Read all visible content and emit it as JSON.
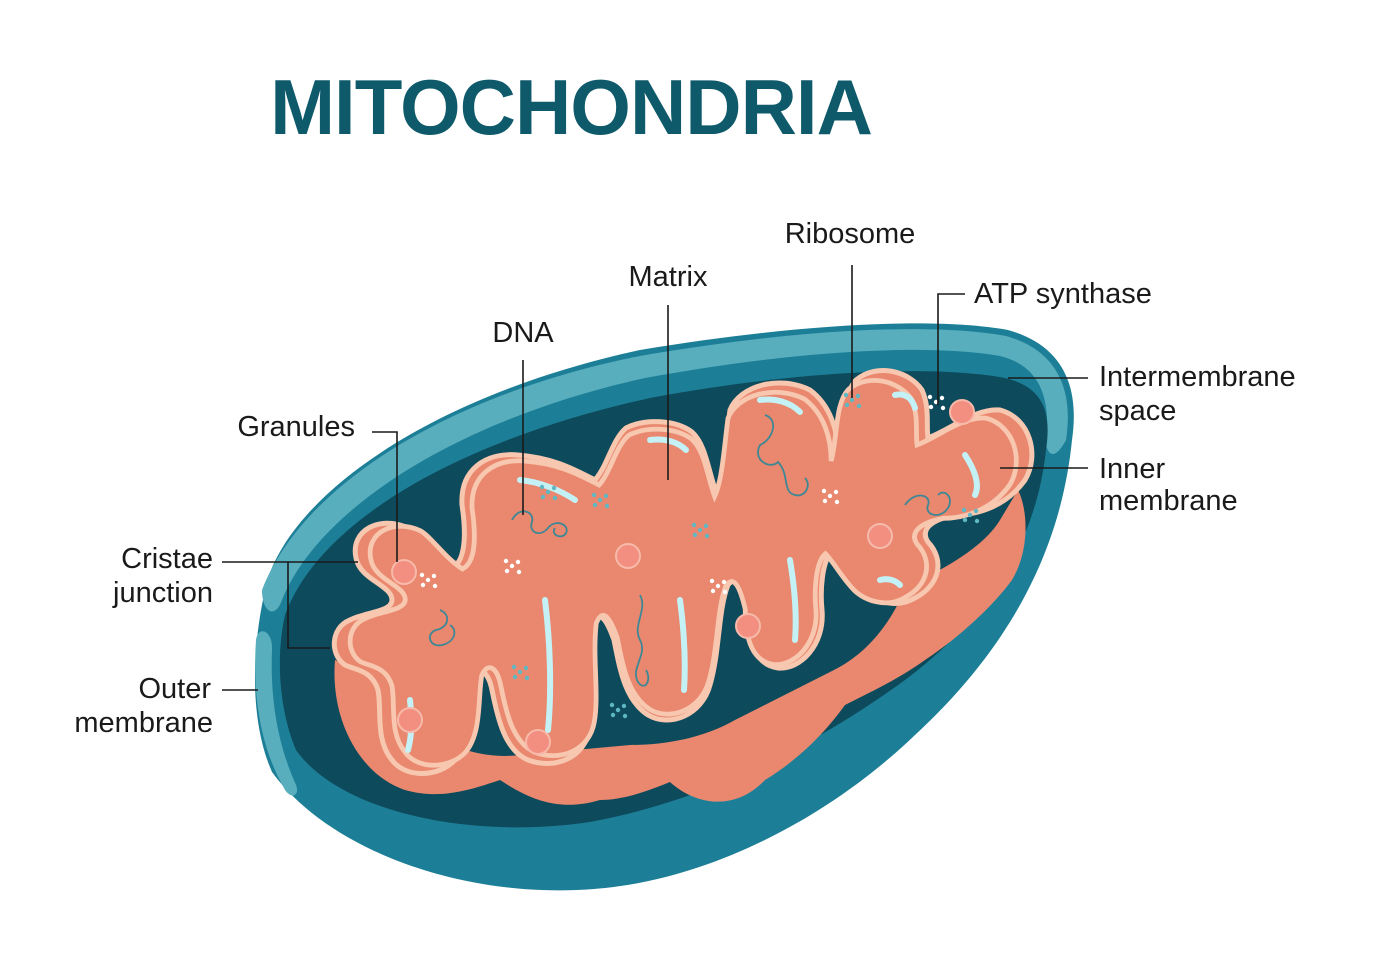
{
  "title": "MITOCHONDRIA",
  "colors": {
    "title": "#0e5a6b",
    "outer_membrane": "#1d7f97",
    "outer_membrane_rim": "#58aebd",
    "intermembrane_space": "#0d4a5b",
    "inner_membrane": "#e9886e",
    "inner_membrane_edge": "#f7c7b0",
    "matrix": "#7fdbe5",
    "matrix_highlight": "#c4f1f5",
    "granule": "#f28f80",
    "dna": "#3e8795"
  },
  "labels": {
    "ribosome": "Ribosome",
    "atp_synthase": "ATP synthase",
    "matrix": "Matrix",
    "dna": "DNA",
    "intermembrane_1": "Intermembrane",
    "intermembrane_2": "space",
    "inner_1": "Inner",
    "inner_2": "membrane",
    "granules": "Granules",
    "cristae_1": "Cristae",
    "cristae_2": "junction",
    "outer_1": "Outer",
    "outer_2": "membrane"
  }
}
